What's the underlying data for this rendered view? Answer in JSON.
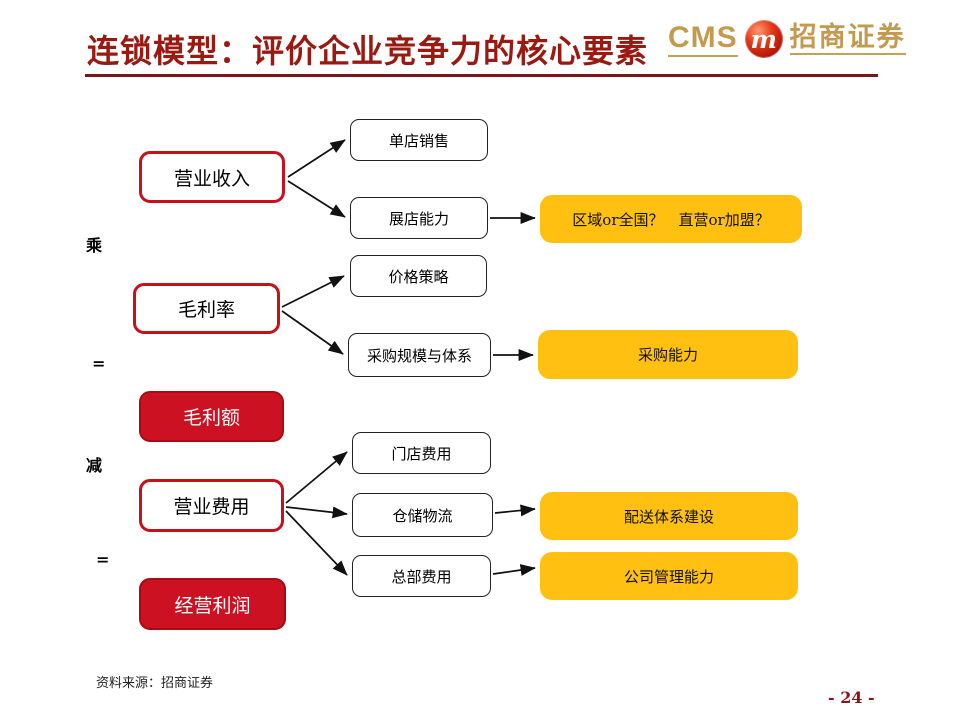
{
  "slide": {
    "title": "连锁模型：评价企业竞争力的核心要素",
    "source_note": "资料来源：招商证券",
    "page_number": "- 24 -"
  },
  "logo": {
    "abbr": "CMS",
    "emblem_letter": "m",
    "company_name": "招商证券"
  },
  "colors": {
    "title_red": "#9A1A12",
    "divider_red": "#7E1416",
    "box_red": "#CC1122",
    "box_red_border": "#C8101B",
    "gold": "#FFC012",
    "logo_gold": "#C49A4F",
    "arrow_black": "#111111"
  },
  "flowchart": {
    "left_nodes": [
      {
        "label": "营业收入",
        "style": "outlined"
      },
      {
        "label": "毛利率",
        "style": "outlined"
      },
      {
        "label": "毛利额",
        "style": "filled"
      },
      {
        "label": "营业费用",
        "style": "outlined"
      },
      {
        "label": "经营利润",
        "style": "filled"
      }
    ],
    "operators": [
      {
        "label": "乘"
      },
      {
        "label": "="
      },
      {
        "label": "减"
      },
      {
        "label": "="
      }
    ],
    "mid_nodes": [
      {
        "label": "单店销售"
      },
      {
        "label": "展店能力"
      },
      {
        "label": "价格策略"
      },
      {
        "label": "采购规模与体系"
      },
      {
        "label": "门店费用"
      },
      {
        "label": "仓储物流"
      },
      {
        "label": "总部费用"
      }
    ],
    "right_nodes": [
      {
        "label": "区域or全国？　直营or加盟？"
      },
      {
        "label": "采购能力"
      },
      {
        "label": "配送体系建设"
      },
      {
        "label": "公司管理能力"
      }
    ],
    "edges": [
      {
        "from": "营业收入",
        "to": "单店销售"
      },
      {
        "from": "营业收入",
        "to": "展店能力"
      },
      {
        "from": "展店能力",
        "to": "区域or全国？　直营or加盟？"
      },
      {
        "from": "毛利率",
        "to": "价格策略"
      },
      {
        "from": "毛利率",
        "to": "采购规模与体系"
      },
      {
        "from": "采购规模与体系",
        "to": "采购能力"
      },
      {
        "from": "营业费用",
        "to": "门店费用"
      },
      {
        "from": "营业费用",
        "to": "仓储物流"
      },
      {
        "from": "营业费用",
        "to": "总部费用"
      },
      {
        "from": "仓储物流",
        "to": "配送体系建设"
      },
      {
        "from": "总部费用",
        "to": "公司管理能力"
      }
    ]
  }
}
